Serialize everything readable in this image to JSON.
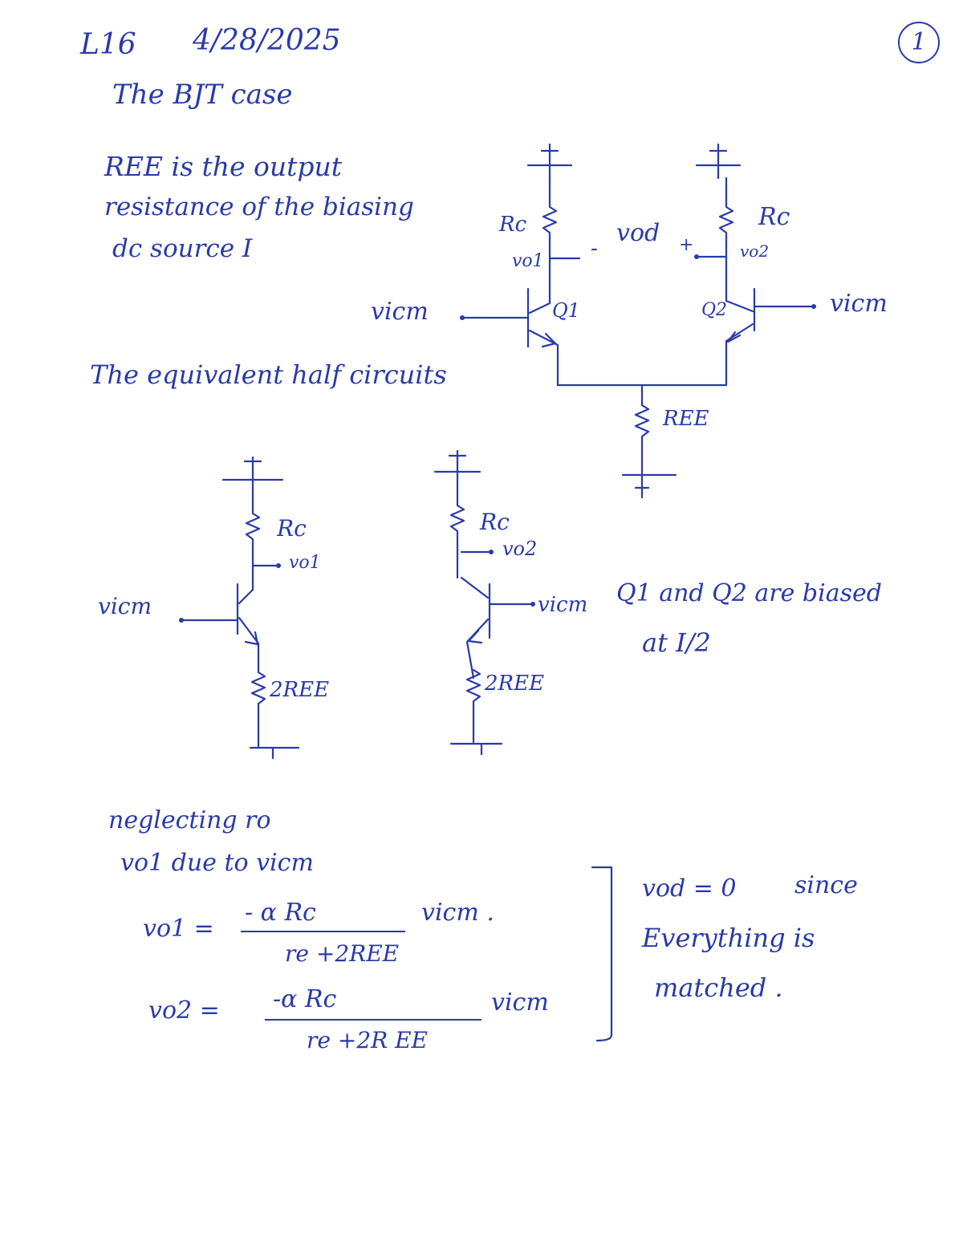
{
  "header": {
    "lecture": "L16",
    "date": "4/28/2025",
    "page_number": "1",
    "title": "The BJT case"
  },
  "notes": {
    "ree_line1": "REE is the output",
    "ree_line2": "resistance of the biasing",
    "ree_line3": "dc source I",
    "half_circuits": "The equivalent half circuits",
    "biased_line1": "Q1 and Q2 are biased",
    "biased_line2": "at I/2"
  },
  "diff_pair": {
    "rc_left": "Rc",
    "rc_right": "Rc",
    "vo1": "vo1",
    "vo2": "vo2",
    "vod": "vod",
    "vod_minus": "-",
    "vod_plus": "+",
    "q1": "Q1",
    "q2": "Q2",
    "vicm_left": "vicm",
    "vicm_right": "vicm",
    "ree": "REE"
  },
  "half_left": {
    "rc": "Rc",
    "vo": "vo1",
    "vicm": "vicm",
    "ree": "2REE"
  },
  "half_right": {
    "rc": "Rc",
    "vo": "vo2",
    "vicm": "vicm",
    "ree": "2REE"
  },
  "equations": {
    "neglect": "neglecting ro",
    "vo1_due": "vo1 due to vicm",
    "vo1_lhs": "vo1 =",
    "vo1_num": "- α Rc",
    "vo1_den": "re +2REE",
    "vo1_mul": "vicm .",
    "vo2_lhs": "vo2 =",
    "vo2_num": "-α Rc",
    "vo2_den": "re +2R EE",
    "vo2_mul": "vicm",
    "vod_zero": "vod = 0",
    "since": "since",
    "everything": "Everything is",
    "matched": "matched ."
  }
}
